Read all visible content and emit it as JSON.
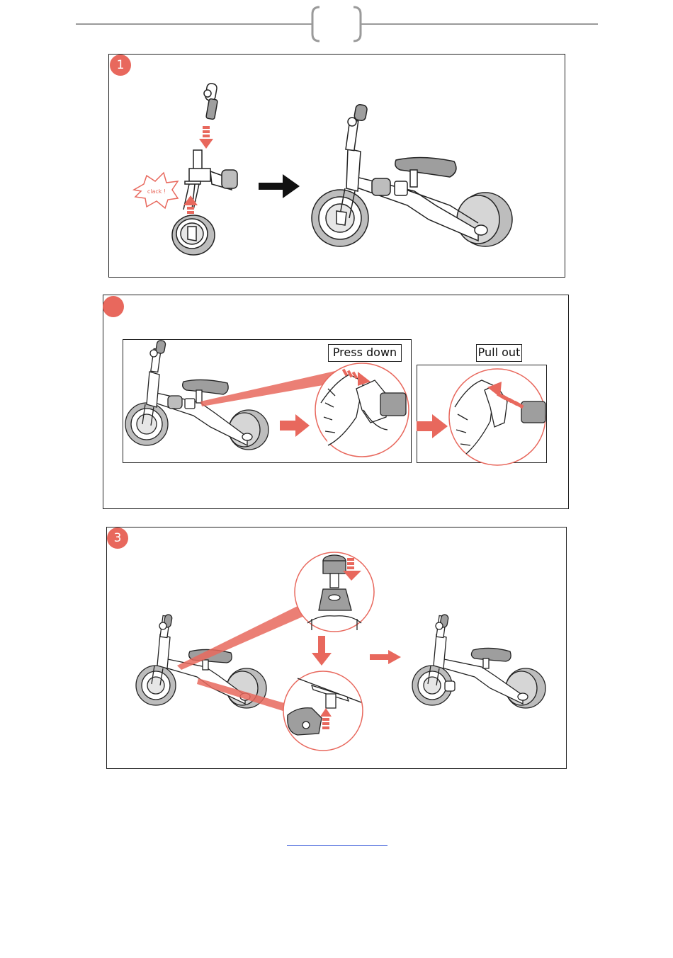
{
  "header": {
    "page_tab": ""
  },
  "steps": [
    {
      "number": "1",
      "callout": "clack !"
    },
    {
      "number": "",
      "labels": {
        "press": "Press down",
        "pull": "Pull out"
      }
    },
    {
      "number": "3"
    }
  ],
  "colors": {
    "accent": "#e8685d",
    "line": "#222222",
    "wheel_gray": "#bdbdbd",
    "link": "#2b4fd6"
  },
  "footer": {
    "link_text": ""
  }
}
